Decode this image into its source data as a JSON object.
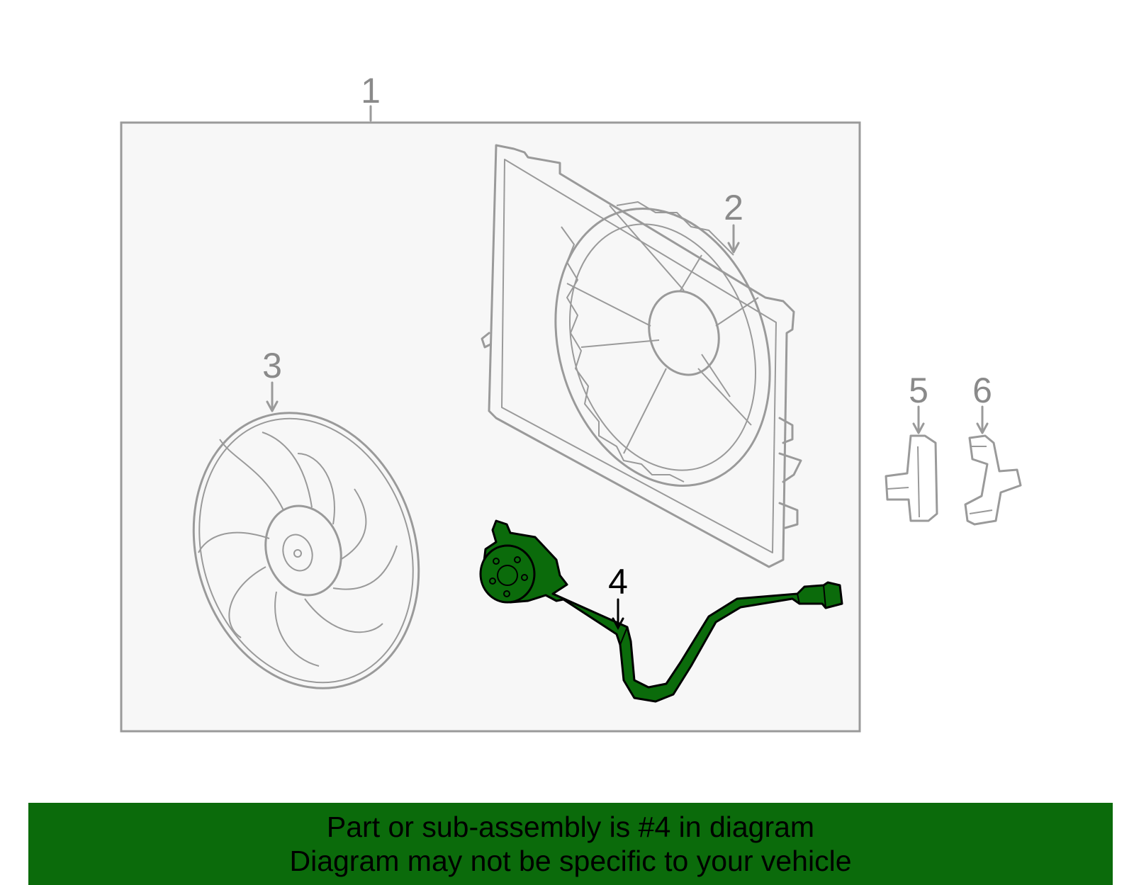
{
  "colors": {
    "highlight": "#0b6b0b",
    "banner_bg": "#0b6b0b",
    "outline": "#9a9a9a",
    "panel_bg": "#f7f7f7"
  },
  "callouts": [
    "1",
    "2",
    "3",
    "4",
    "5",
    "6"
  ],
  "highlighted_part": "4",
  "banner": {
    "line1": "Part or sub-assembly is #4 in diagram",
    "line2": "Diagram may not be specific to your vehicle"
  }
}
